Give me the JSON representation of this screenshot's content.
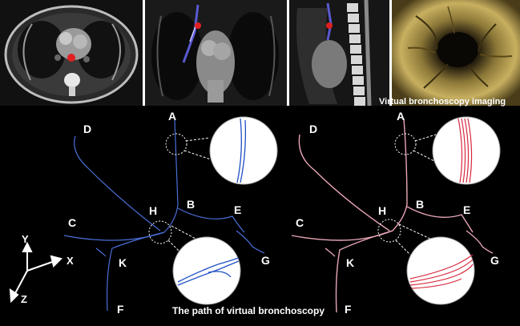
{
  "captions": {
    "virtual_imaging": "Virtual bronchoscopy imaging",
    "path": "The path of virtual bronchoscopy"
  },
  "left_tree_labels": {
    "A": "A",
    "B": "B",
    "C": "C",
    "D": "D",
    "E": "E",
    "F": "F",
    "G": "G",
    "H": "H",
    "K": "K"
  },
  "right_tree_labels": {
    "A": "A",
    "B": "B",
    "C": "C",
    "D": "D",
    "E": "E",
    "F": "F",
    "G": "G",
    "H": "H",
    "K": "K"
  },
  "axes": {
    "x": "X",
    "y": "Y",
    "z": "Z"
  },
  "colors": {
    "left_path": "#4a6fd8",
    "right_path": "#e8a7b6",
    "zoom_left": "#1f4fc4",
    "zoom_right": "#d8283e",
    "marker": "#e02020"
  }
}
